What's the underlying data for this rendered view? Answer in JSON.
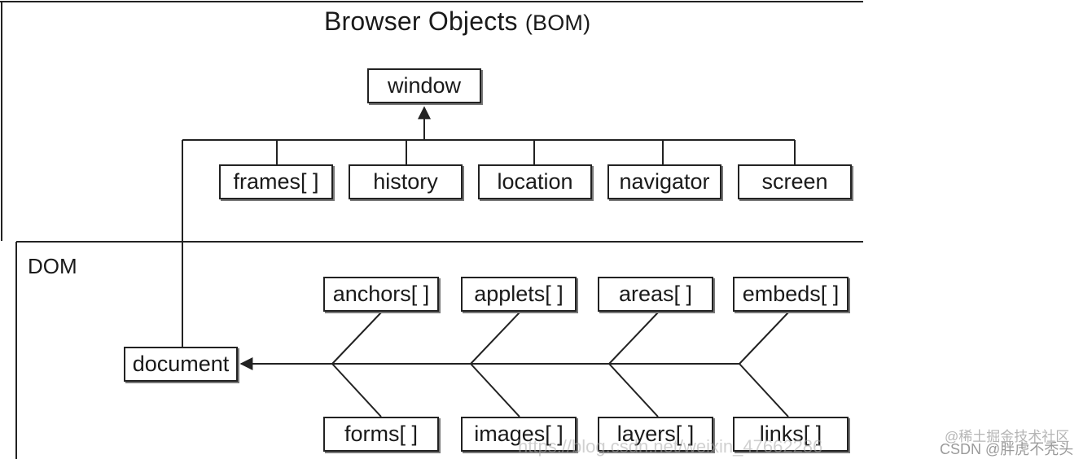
{
  "title": {
    "main": "Browser Objects",
    "sub": "(BOM)"
  },
  "dom_label": "DOM",
  "nodes": {
    "window": "window",
    "frames": "frames[ ]",
    "history": "history",
    "location": "location",
    "navigator": "navigator",
    "screen": "screen",
    "document": "document",
    "anchors": "anchors[ ]",
    "applets": "applets[ ]",
    "areas": "areas[ ]",
    "embeds": "embeds[ ]",
    "forms": "forms[ ]",
    "images": "images[ ]",
    "layers": "layers[ ]",
    "links": "links[ ]"
  },
  "watermarks": {
    "url": "https://blog.csdn.net/weixin_47662286",
    "right_line1": "@稀土掘金技术社区",
    "right_line2": "CSDN @胖虎不秃头"
  },
  "colors": {
    "line": "#222222",
    "box_border": "#222222",
    "background": "#ffffff"
  }
}
